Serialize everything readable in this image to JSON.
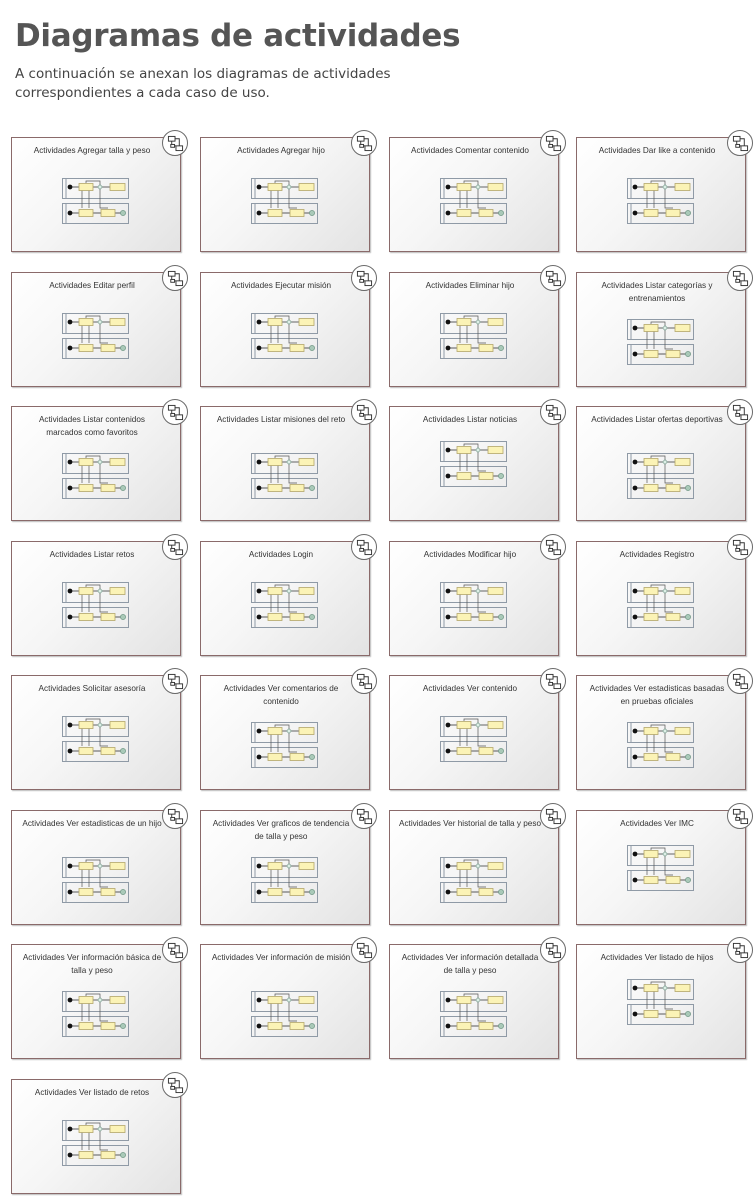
{
  "page": {
    "title": "Diagramas de actividades",
    "intro": "A continuación se anexan los diagramas de actividades correspondientes a cada caso de uso."
  },
  "colors": {
    "card_border": "#8a6a6a",
    "action_fill": "#fbf3b6",
    "action_stroke": "#b3a66a",
    "lane_stroke": "#8f9aa6",
    "final_node": "#a9c9b8"
  },
  "icons": {
    "diagram_link": "diagram-link-icon",
    "activity_diagram": "activity-diagram-icon"
  },
  "diagrams": [
    {
      "title": "Actividades Agregar talla y peso"
    },
    {
      "title": "Actividades Agregar hijo"
    },
    {
      "title": "Actividades Comentar contenido"
    },
    {
      "title": "Actividades Dar like a contenido"
    },
    {
      "title": "Actividades Editar perfil"
    },
    {
      "title": "Actividades Ejecutar misión"
    },
    {
      "title": "Actividades Eliminar hijo"
    },
    {
      "title": "Actividades Listar categorías y entrenamientos"
    },
    {
      "title": "Actividades Listar contenidos marcados como favoritos"
    },
    {
      "title": "Actividades Listar misiones del reto"
    },
    {
      "title": "Actividades Listar noticias"
    },
    {
      "title": "Actividades Listar ofertas deportivas"
    },
    {
      "title": "Actividades Listar retos"
    },
    {
      "title": "Actividades Login"
    },
    {
      "title": "Actividades Modificar hijo"
    },
    {
      "title": "Actividades Registro"
    },
    {
      "title": "Actividades Solicitar asesoría"
    },
    {
      "title": "Actividades Ver comentarios de contenido"
    },
    {
      "title": "Actividades Ver contenido"
    },
    {
      "title": "Actividades Ver estadisticas basadas en pruebas oficiales"
    },
    {
      "title": "Actividades Ver estadisticas de un hijo"
    },
    {
      "title": "Actividades Ver graficos de tendencia de talla y peso"
    },
    {
      "title": "Actividades Ver historial de talla y peso"
    },
    {
      "title": "Actividades Ver IMC"
    },
    {
      "title": "Actividades Ver información básica de talla y peso"
    },
    {
      "title": "Actividades Ver información de misión"
    },
    {
      "title": "Actividades Ver información detallada de talla y peso"
    },
    {
      "title": "Actividades Ver listado de hijos"
    },
    {
      "title": "Actividades Ver listado de retos"
    }
  ]
}
